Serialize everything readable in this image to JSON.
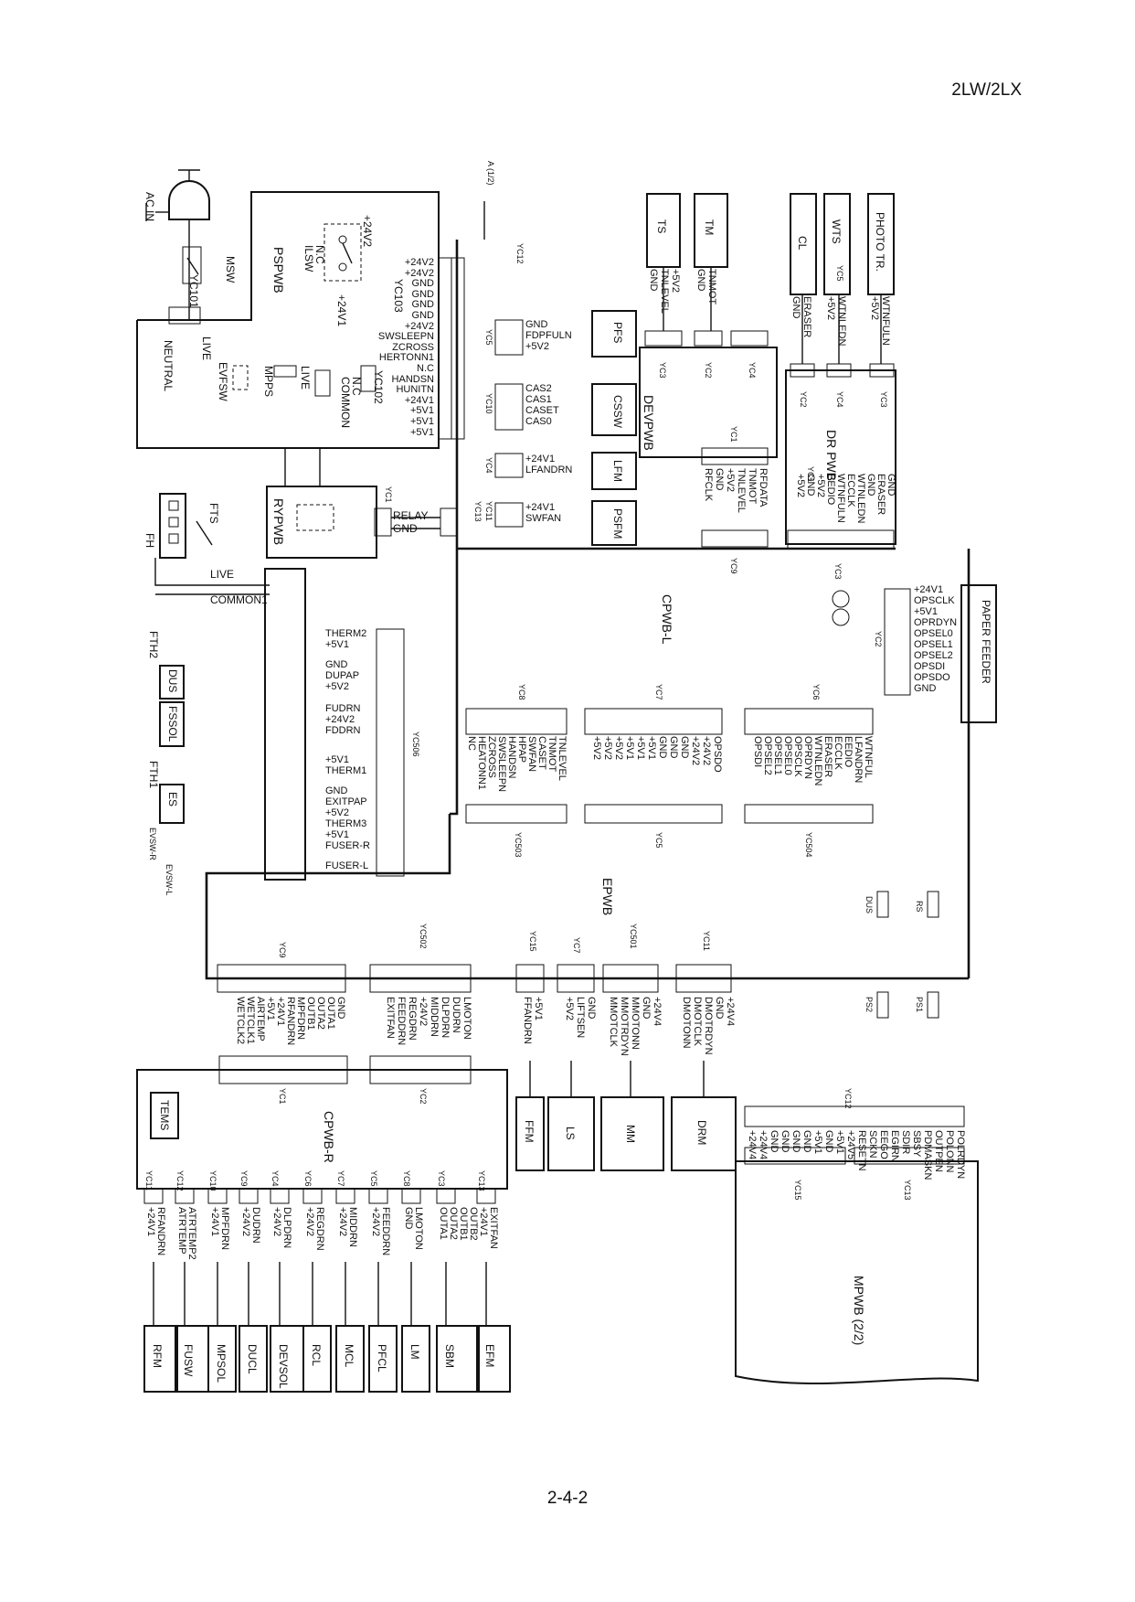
{
  "header": {
    "model": "2LW/2LX"
  },
  "footer": {
    "page_number": "2-4-2"
  },
  "boards": {
    "pspwb": "PSPWB",
    "rypwb": "RYPWB",
    "devpwb": "DEVPWB",
    "drpwb": "DR PWB",
    "cpwb_l": "CPWB-L",
    "epwb": "EPWB",
    "cpwb_r": "CPWB-R",
    "mpwb": "MPWB (2/2)"
  },
  "power": {
    "ac_in": "AC IN",
    "msw": "MSW",
    "neutral": "NEUTRAL",
    "live": "LIVE",
    "evfsw": "EVFSW",
    "mpps": "MPPS",
    "ilsw": "ILSW",
    "nc": "N.C",
    "common": "COMMON",
    "yc101": "YC101",
    "yc102": "YC102",
    "yc103": "YC103",
    "supply_24v2": "+24V2",
    "supply_24v1": "+24V1",
    "relay": "RELAY",
    "gnd": "GND",
    "fts": "FTS",
    "fh": "FH",
    "live2": "LIVE",
    "common1": "COMMON1",
    "note_a": "A (1/2)"
  },
  "yc103_signals": [
    "+24V2",
    "+24V2",
    "GND",
    "GND",
    "GND",
    "GND",
    "+24V2",
    "SWSLEEPN",
    "ZCROSS",
    "HERTONN1",
    "N.C",
    "HANDSN",
    "HUNITN",
    "+24V1",
    "+5V1",
    "+5V1",
    "+5V1"
  ],
  "left_top_units": {
    "pfs": "PFS",
    "cssw": "CSSW",
    "lfm": "LFM",
    "psfm": "PSFM",
    "pfs_sigs": [
      "GND",
      "FDPFULN",
      "+5V2"
    ],
    "cssw_sigs": [
      "CAS2",
      "CAS1",
      "CASET",
      "CAS0"
    ],
    "lfm_sigs": [
      "+24V1",
      "LFANDRN"
    ],
    "psfm_sigs": [
      "+24V1",
      "SWFAN"
    ],
    "conn": [
      "YC5",
      "YC10",
      "YC4",
      "YC11",
      "YC13",
      "YC12",
      "YC1"
    ]
  },
  "devpwb_units": {
    "ts": "TS",
    "tm": "TM",
    "ts_sigs": [
      "GND",
      "TNLEVEL",
      "+5V2"
    ],
    "tm_sigs": [
      "GND",
      "TNMOT"
    ],
    "yc1_sigs": [
      "RFDATA",
      "TNMOT",
      "TNLEVEL",
      "+5V2",
      "GND",
      "RFCLK"
    ],
    "conn": [
      "YC3",
      "YC2",
      "YC4",
      "YC1",
      "YC9"
    ]
  },
  "dr_units": {
    "cl": "CL",
    "wts": "WTS",
    "photo": "PHOTO TR.",
    "cl_sigs": [
      "GND",
      "ERASER"
    ],
    "wts_sigs": [
      "+5V2",
      "WTNLEDN"
    ],
    "photo_sigs": [
      "+5V2",
      "WTNFULN"
    ],
    "yc1_sigs": [
      "GND",
      "ERASER",
      "GND",
      "WTNLEDN",
      "ECCLK",
      "WTNFULN",
      "EEDIO",
      "+5V2",
      "GND",
      "+5V2"
    ],
    "conn": [
      "YC2",
      "YC4",
      "YC3",
      "YC5",
      "YC1",
      "YC3"
    ]
  },
  "paper_feeder": {
    "label": "PAPER FEEDER",
    "sigs": [
      "+24V1",
      "OPSCLK",
      "+5V1",
      "OPRDYN",
      "OPSEL0",
      "OPSEL1",
      "OPSEL2",
      "OPSDI",
      "OPSDO",
      "GND"
    ],
    "conn": "YC2"
  },
  "cpwb_l_conn": {
    "yc8_sigs": [
      "TNLEVEL",
      "TNMOT",
      "CASET",
      "SWFAN",
      "HPAP",
      "HANDSN",
      "SWSLEEPN",
      "ZCROSS",
      "HEATONN1",
      "NC"
    ],
    "yc7_sigs": [
      "OPSDO",
      "+24V2",
      "+24V2",
      "GND",
      "GND",
      "GND",
      "+5V1",
      "+5V1",
      "+5V1",
      "+5V2",
      "+5V2",
      "+5V2"
    ],
    "yc6_sigs": [
      "WTNFUL",
      "LFANDRN",
      "EEDIO",
      "ECCLK",
      "ERASER",
      "WTNLEDN",
      "OPRDYN",
      "OPSCLK",
      "OPSEL0",
      "OPSEL1",
      "OPSEL2",
      "OPSDI"
    ],
    "names": [
      "YC8",
      "YC7",
      "YC6",
      "YC503",
      "YC5",
      "YC504"
    ]
  },
  "left_mid": {
    "fth2": "FTH2",
    "dus": "DUS",
    "fssol": "FSSOL",
    "fth1": "FTH1",
    "es": "ES",
    "evsw_r": "EVSW-R",
    "evsw_l": "EVSW-L",
    "yc506_sigs": [
      "THERM2",
      "+5V1",
      "GND",
      "DUPAP",
      "+5V2",
      "FUDRN",
      "+24V2",
      "FDDRN",
      "+5V1",
      "THERM1",
      "GND",
      "EXITPAP",
      "+5V2",
      "THERM3",
      "+5V1",
      "FUSER-R",
      "FUSER-L"
    ],
    "yc506": "YC506"
  },
  "epwb_conn": {
    "yc9_sigs": [
      "GND",
      "OUTA1",
      "OUTA2",
      "OUTB1",
      "MPFDRN",
      "RFANDRN",
      "+24V1",
      "+5V1",
      "AIRTEMP",
      "WETCLK1",
      "WETCLK2"
    ],
    "yc502_sigs": [
      "LMOTON",
      "DUDRN",
      "DLPDRN",
      "MIDDRN",
      "+24V2",
      "REGDRN",
      "FEEDDRN",
      "EXITFAN"
    ],
    "yc15_sigs": [
      "+5V1",
      "FFANDRN"
    ],
    "yc7_sigs": [
      "GND",
      "LIFTSEN",
      "+5V2"
    ],
    "yc501_sigs": [
      "+24V4",
      "GND",
      "MMOTONN",
      "MMOTRDYN",
      "MMOTCLK"
    ],
    "yc11_sigs": [
      "+24V4",
      "GND",
      "DMOTRDYN",
      "DMOTCLK",
      "DMOTONN"
    ],
    "names": [
      "YC9",
      "YC502",
      "YC15",
      "YC7",
      "YC501",
      "YC11",
      "YC1",
      "YC2"
    ],
    "units": [
      "FFM",
      "LS",
      "MM",
      "DRM"
    ],
    "dus": "DUS",
    "rs": "RS",
    "ps1": "PS1",
    "ps2": "PS2"
  },
  "cpwb_r_units": {
    "tems": "TEMS",
    "conn": [
      "YC11",
      "YC12",
      "YC10",
      "YC9",
      "YC4",
      "YC6",
      "YC7",
      "YC5",
      "YC8",
      "YC3",
      "YC13"
    ],
    "sigs": [
      [
        "+24V1",
        "RFANDRN"
      ],
      [
        "ATRTEMP",
        "ATRTEMP2"
      ],
      [
        "+24V1",
        "MPFDRN"
      ],
      [
        "+24V2",
        "DUDRN"
      ],
      [
        "+24V2",
        "DLPDRN"
      ],
      [
        "+24V2",
        "REGDRN"
      ],
      [
        "+24V2",
        "MIDDRN"
      ],
      [
        "+24V2",
        "FEEDDRN"
      ],
      [
        "GND",
        "LMOTON"
      ],
      [
        "OUTA1",
        "OUTA2",
        "OUTB1",
        "OUTB2"
      ],
      [
        "+24V1",
        "EXITFAN"
      ]
    ],
    "units": [
      "RFM",
      "FUSW",
      "MPSOL",
      "DUCL",
      "DEVSOL",
      "RCL",
      "MCL",
      "PFCL",
      "LM",
      "SBM",
      "EFM"
    ]
  },
  "mpwb_conn": {
    "yc12": "YC12",
    "yc15": "YC15",
    "yc13": "YC13",
    "sigs": [
      "POLRDYN",
      "POLONN",
      "OUTPEN",
      "PDMASKN",
      "SBSY",
      "SDIR",
      "EGIRN",
      "EEGO",
      "SCKN",
      "RESETN",
      "+24V5",
      "+5V1",
      "GND",
      "+5V1",
      "GND",
      "GND",
      "GND",
      "GND",
      "+24V4",
      "+24V4"
    ]
  }
}
